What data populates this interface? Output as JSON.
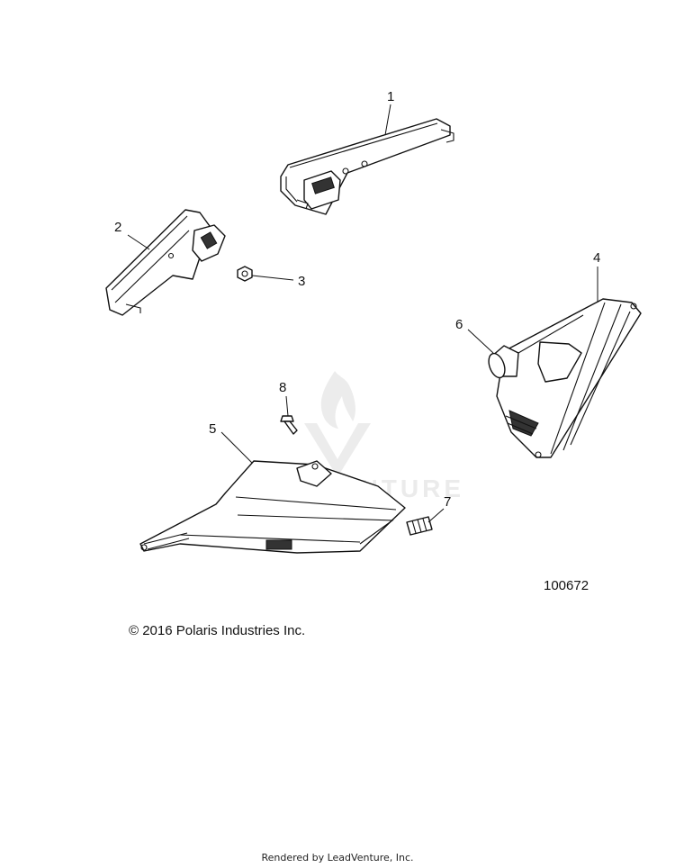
{
  "callouts": {
    "c1": "1",
    "c2": "2",
    "c3": "3",
    "c4": "4",
    "c5": "5",
    "c6": "6",
    "c7": "7",
    "c8": "8"
  },
  "diagram_number": "100672",
  "copyright": "© 2016 Polaris Industries Inc.",
  "footer": "Rendered by LeadVenture, Inc.",
  "watermark": "LEADVENTURE"
}
